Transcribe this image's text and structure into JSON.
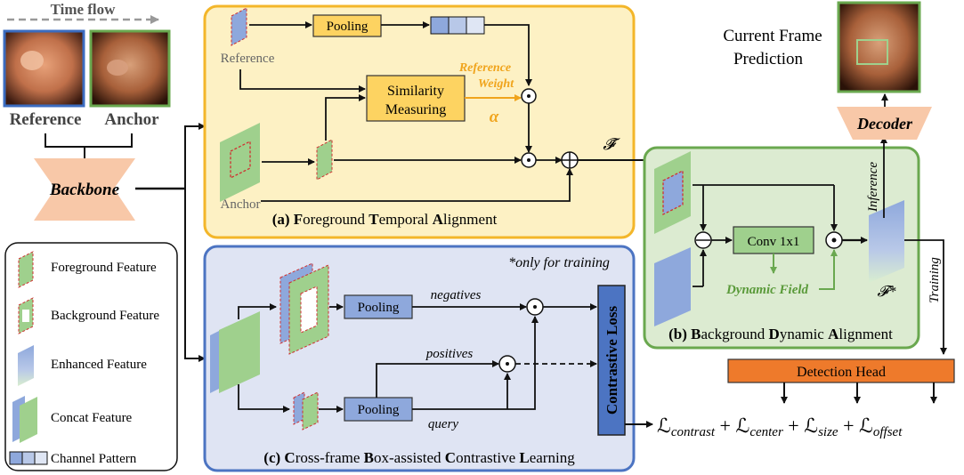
{
  "left": {
    "time_flow": "Time flow",
    "reference": "Reference",
    "anchor": "Anchor",
    "backbone": "Backbone"
  },
  "legend": {
    "foreground": "Foreground Feature",
    "background": "Background Feature",
    "enhanced": "Enhanced Feature",
    "concat": "Concat Feature",
    "channel": "Channel Pattern"
  },
  "fta": {
    "title_a": "(a) ",
    "title_b1": "F",
    "title_r1": "oreground ",
    "title_b2": "T",
    "title_r2": "emporal ",
    "title_b3": "A",
    "title_r3": "lignment",
    "reference": "Reference",
    "anchor": "Anchor",
    "pooling": "Pooling",
    "sim1": "Similarity",
    "sim2": "Measuring",
    "ref_weight1": "Reference",
    "ref_weight2": "Weight",
    "alpha": "α",
    "ftilde": "𝓕̃"
  },
  "bda": {
    "title_a": "(b) ",
    "title_b1": "B",
    "title_r1": "ackground ",
    "title_b2": "D",
    "title_r2": "ynamic ",
    "title_b3": "A",
    "title_r3": "lignment",
    "conv": "Conv 1x1",
    "dynamic_field": "Dynamic Field",
    "fstar": "𝓕*",
    "inference": "Inference",
    "training": "Training"
  },
  "ccl": {
    "title_a": "(c) ",
    "title_b1": "C",
    "title_r1": "ross-frame ",
    "title_b2": "B",
    "title_r2": "ox-assisted ",
    "title_b3": "C",
    "title_r3": "ontrastive ",
    "title_b4": "L",
    "title_r4": "earning",
    "only_training": "*only for training",
    "pooling1": "Pooling",
    "pooling2": "Pooling",
    "negatives": "negatives",
    "positives": "positives",
    "query": "query",
    "contrastive_loss": "Contrastive Loss"
  },
  "right": {
    "current1": "Current Frame",
    "current2": "Prediction",
    "decoder": "Decoder",
    "detection_head": "Detection Head"
  },
  "loss": {
    "L": "ℒ",
    "contrast": "contrast",
    "center": "center",
    "size": "size",
    "offset": "offset",
    "plus": " + "
  },
  "colors": {
    "yellow_box": "#fdf1c4",
    "yellow_border": "#f3b62a",
    "blue_box": "#dfe4f3",
    "blue_border": "#4c74c2",
    "green_box": "#dcebd1",
    "green_border": "#6aa84f",
    "feature_green": "#9fd08d",
    "feature_blue": "#8ea8dc",
    "backbone": "#f8c8a8",
    "det_head": "#ee7a2b",
    "weight_orange": "#f0a41c"
  }
}
